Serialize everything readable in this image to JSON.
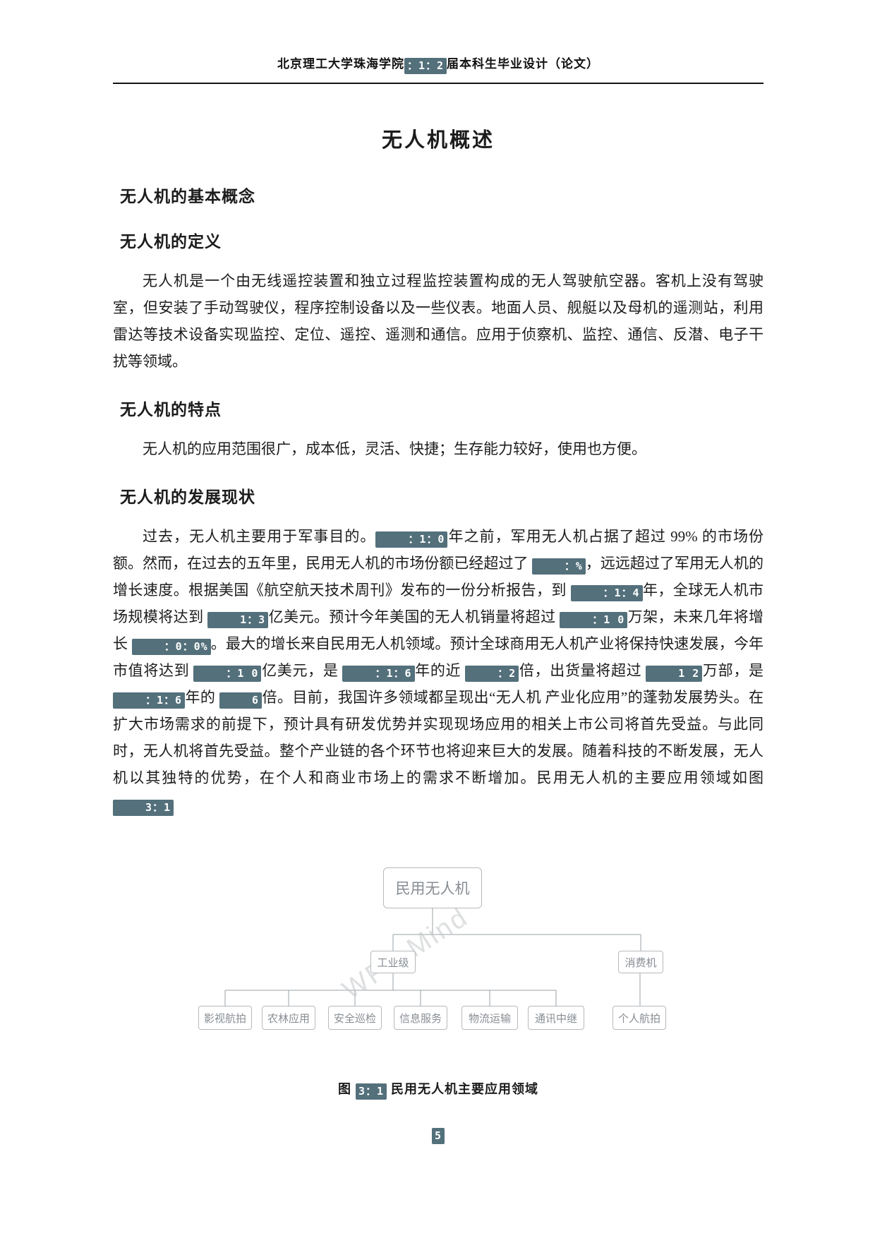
{
  "colors": {
    "redaction": "#53707b",
    "text": "#1c1c1c",
    "diagram_border": "#b5babe",
    "diagram_text": "#878d93",
    "header_rule": "#141414"
  },
  "header": {
    "prefix": "北京理工大学珠海学院",
    "redacted": "：1：2",
    "suffix": "届本科生毕业设计（论文）"
  },
  "title": "无人机概述",
  "sections": {
    "basic_concept_heading": "无人机的基本概念",
    "definition_heading": "无人机的定义",
    "definition_body": "无人机是一个由无线遥控装置和独立过程监控装置构成的无人驾驶航空器。客机上没有驾驶室，但安装了手动驾驶仪，程序控制设备以及一些仪表。地面人员、舰艇以及母机的遥测站，利用雷达等技术设备实现监控、定位、遥控、遥测和通信。应用于侦察机、监控、通信、反潜、电子干扰等领域。",
    "features_heading": "无人机的特点",
    "features_body": "无人机的应用范围很广，成本低，灵活、快捷；生存能力较好，使用也方便。",
    "status_heading": "无人机的发展现状",
    "status_segments": [
      {
        "t": "text",
        "v": "过去，无人机主要用于军事目的。"
      },
      {
        "t": "redact",
        "v": "：1：0"
      },
      {
        "t": "text",
        "v": "年之前，军用无人机占据了超过 99% 的市场份额。然而，在过去的五年里，民用无人机的市场份额已经超过了 "
      },
      {
        "t": "redact",
        "v": "：%"
      },
      {
        "t": "text",
        "v": "，远远超过了军用无人机的增长速度。根据美国《航空航天技术周刊》发布的一份分析报告，到 "
      },
      {
        "t": "redact",
        "v": "：1：4"
      },
      {
        "t": "text",
        "v": "年，全球无人机市场规模将达到 "
      },
      {
        "t": "redact",
        "v": "1：3"
      },
      {
        "t": "text",
        "v": "亿美元。预计今年美国的无人机销量将超过 "
      },
      {
        "t": "redact",
        "v": "：1 0"
      },
      {
        "t": "text",
        "v": "万架，未来几年将增长 "
      },
      {
        "t": "redact",
        "v": "：0：0%"
      },
      {
        "t": "text",
        "v": "。最大的增长来自民用无人机领域。预计全球商用无人机产业将保持快速发展，今年市值将达到 "
      },
      {
        "t": "redact",
        "v": "：1 0"
      },
      {
        "t": "text",
        "v": "亿美元，是 "
      },
      {
        "t": "redact",
        "v": "：1：6"
      },
      {
        "t": "text",
        "v": "年的近 "
      },
      {
        "t": "redact",
        "v": "：2"
      },
      {
        "t": "text",
        "v": "倍，出货量将超过 "
      },
      {
        "t": "redact",
        "v": "1 2"
      },
      {
        "t": "text",
        "v": "万部，是 "
      },
      {
        "t": "redact",
        "v": "：1：6"
      },
      {
        "t": "text",
        "v": "年的 "
      },
      {
        "t": "redact",
        "v": "6"
      },
      {
        "t": "text",
        "v": "倍。目前，我国许多领域都呈现出“无人机 产业化应用”的蓬勃发展势头。在扩大市场需求的前提下，预计具有研发优势并实现现场应用的相关上市公司将首先受益。与此同时，无人机将首先受益。整个产业链的各个环节也将迎来巨大的发展。随着科技的不断发展，无人机以其独特的优势，在个人和商业市场上的需求不断增加。民用无人机的主要应用领域如图 "
      },
      {
        "t": "redact",
        "v": "3：1"
      }
    ]
  },
  "diagram": {
    "root": "民用无人机",
    "industrial": "工业级",
    "consumer": "消费机",
    "industrial_children": [
      "影视航拍",
      "农林应用",
      "安全巡检",
      "信息服务",
      "物流运输",
      "通讯中继"
    ],
    "consumer_children": [
      "个人航拍"
    ],
    "watermark": "WPS Mind"
  },
  "caption": {
    "prefix": "图 ",
    "redacted": "3：1",
    "suffix": " 民用无人机主要应用领域"
  },
  "footer": {
    "page_number": "5"
  }
}
